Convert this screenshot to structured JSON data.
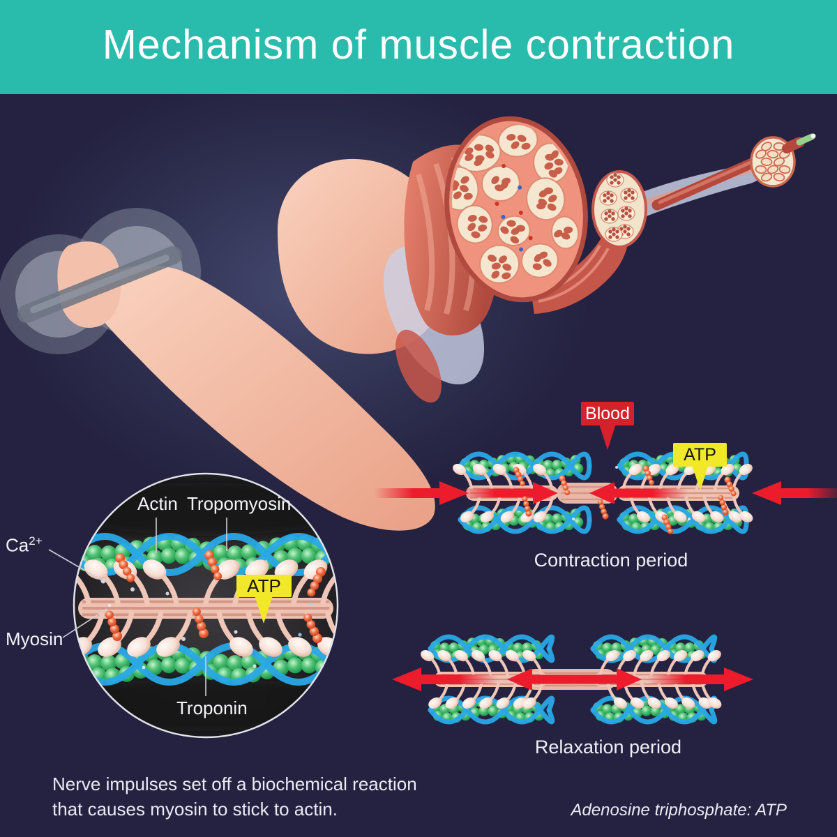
{
  "header": {
    "title": "Mechanism of muscle contraction"
  },
  "inset": {
    "labels": {
      "actin": "Actin",
      "tropomyosin": "Tropomyosin",
      "ca_base": "Ca",
      "ca_sup": "2+",
      "myosin": "Myosin",
      "troponin": "Troponin",
      "atp": "ATP"
    }
  },
  "contraction": {
    "blood": "Blood",
    "atp": "ATP",
    "caption": "Contraction period"
  },
  "relaxation": {
    "caption": "Relaxation period"
  },
  "footer": {
    "note_line1": "Nerve impulses set off a biochemical reaction",
    "note_line2": "that causes myosin to stick to actin.",
    "abbreviation": "Adenosine triphosphate: ATP"
  },
  "colors": {
    "header_bg": "#29bcac",
    "background": "#242240",
    "text_light": "#eef0f6",
    "blood_box_red": "#d6202b",
    "atp_box_yellow": "#f2e82a",
    "arrow_red": "#ec1c2d",
    "actin_green": "#2aa457",
    "tropomyosin_blue": "#29a8e6",
    "myosin_pink": "#eec2b3",
    "troponin_orange": "#e8502f",
    "muscle_red": "#c4584c",
    "fascicle_cream": "#f4e6cf",
    "skin": "#f5c3ae"
  }
}
